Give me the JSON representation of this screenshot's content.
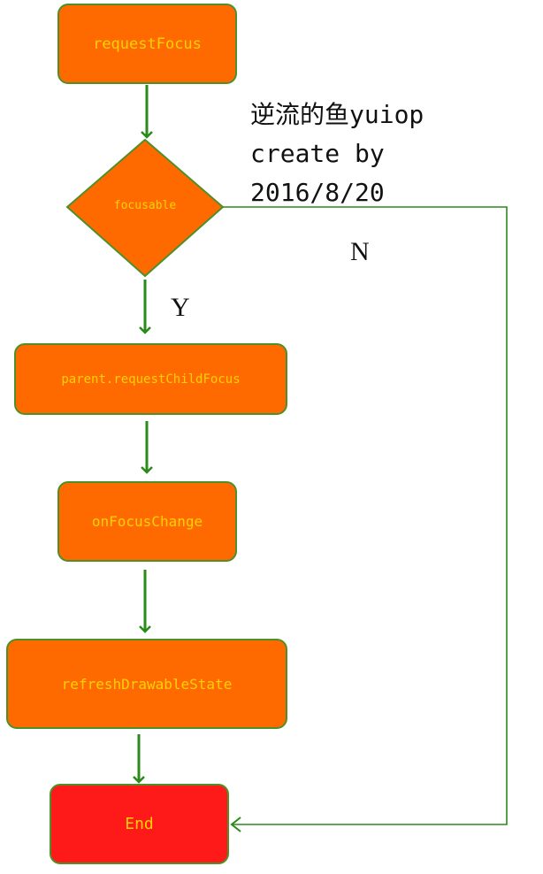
{
  "credit": {
    "line1": "逆流的鱼yuiop",
    "line2": "create by",
    "line3": "2016/8/20"
  },
  "nodes": {
    "request_focus": "requestFocus",
    "focusable": "focusable",
    "parent_request_child_focus": "parent.requestChildFocus",
    "on_focus_change": "onFocusChange",
    "refresh_drawable_state": "refreshDrawableState",
    "end": "End"
  },
  "branches": {
    "yes": "Y",
    "no": "N"
  },
  "colors": {
    "node_fill": "#ff6a00",
    "end_fill": "#ff1a1a",
    "node_text": "#ffd200",
    "stroke": "#4e8f27",
    "arrow": "#2a8a1a"
  }
}
